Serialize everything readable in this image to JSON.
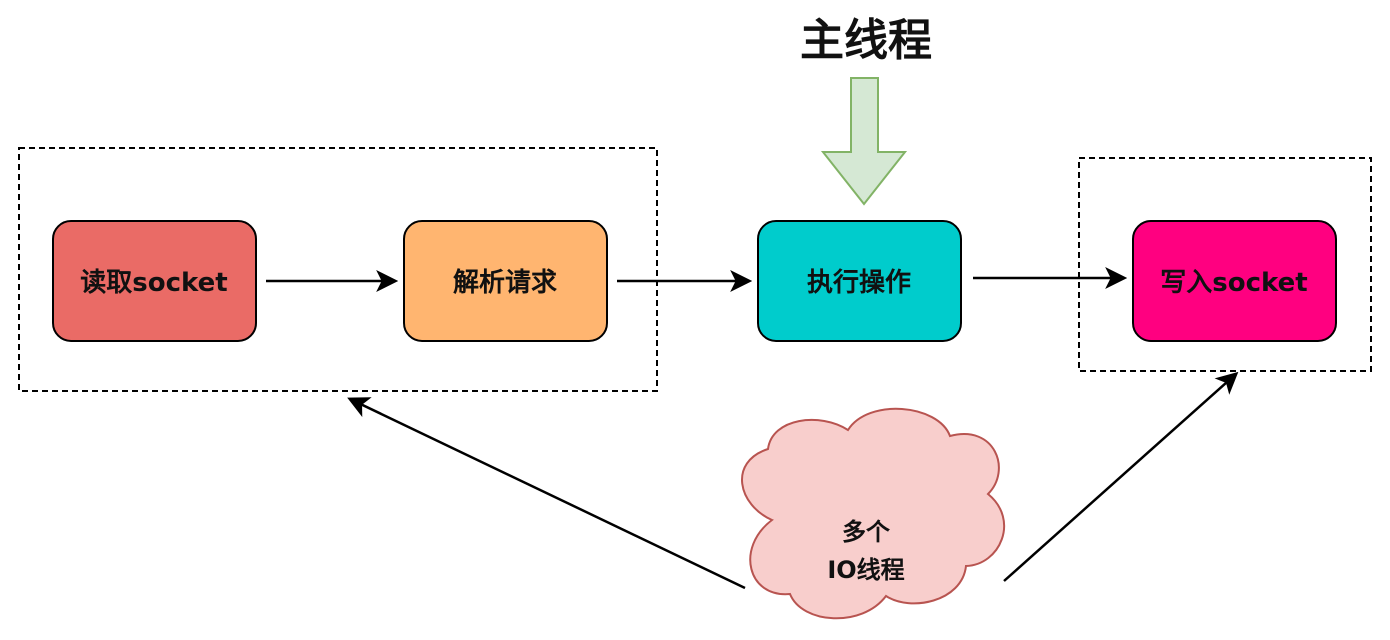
{
  "title": "主线程",
  "nodes": {
    "read_socket": "读取socket",
    "parse_request": "解析请求",
    "execute": "执行操作",
    "write_socket": "写入socket"
  },
  "cloud": {
    "line1": "多个",
    "line2": "IO线程"
  },
  "colors": {
    "read_socket": "#EA6B66",
    "parse_request": "#FFB570",
    "execute": "#00CCCC",
    "write_socket": "#FF0080",
    "main_arrow_fill": "#D5E8D4",
    "main_arrow_stroke": "#82B366",
    "cloud_fill": "#F8CECC",
    "cloud_stroke": "#B85450"
  }
}
